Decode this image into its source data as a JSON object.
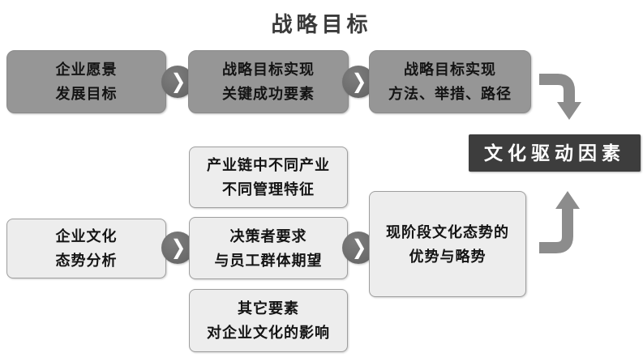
{
  "title": "战略目标",
  "colors": {
    "top_box_fill": "#969696",
    "top_box_border": "#8a8a8a",
    "bottom_box_fill": "#ededed",
    "bottom_box_border": "#9e9e9e",
    "dark_box_fill": "#3d3d3d",
    "arrow_gray": "#8c8c8c",
    "chevron_circle": "#6e6e6e",
    "text_dark": "#141414",
    "text_light": "#ffffff"
  },
  "icons": {
    "chevron_right": "❯"
  },
  "top_flow": {
    "boxes": [
      {
        "line1": "企业愿景",
        "line2": "发展目标"
      },
      {
        "line1": "战略目标实现",
        "line2": "关键成功要素"
      },
      {
        "line1": "战略目标实现",
        "line2": "方法、举措、路径"
      }
    ]
  },
  "result_box": {
    "label": "文化驱动因素"
  },
  "bottom_flow": {
    "left_box": {
      "line1": "企业文化",
      "line2": "态势分析"
    },
    "middle_boxes": [
      {
        "line1": "产业链中不同产业",
        "line2": "不同管理特征"
      },
      {
        "line1": "决策者要求",
        "line2": "与员工群体期望"
      },
      {
        "line1": "其它要素",
        "line2": "对企业文化的影响"
      }
    ],
    "right_box": {
      "line1": "现阶段文化态势的",
      "line2": "优势与略势"
    }
  }
}
